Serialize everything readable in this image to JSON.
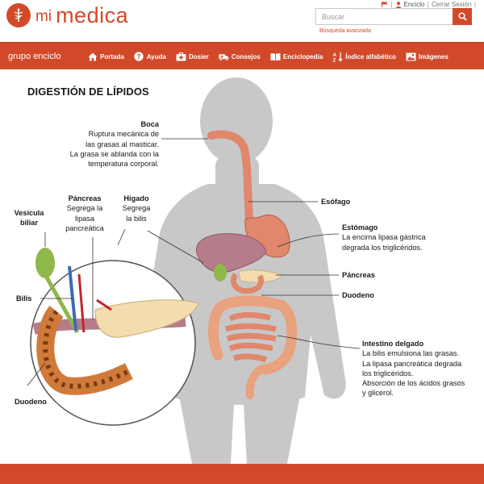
{
  "header": {
    "logo_prefix": "mi",
    "logo_name": "medica",
    "user_name": "Enciclo",
    "logout_label": "Cerrar Sesión",
    "search_placeholder": "Buscar",
    "advanced_search": "Búsqueda avanzada"
  },
  "nav": {
    "brand": "grupo enciclo",
    "items": [
      {
        "label": "Portada",
        "icon": "home-icon"
      },
      {
        "label": "Ayuda",
        "icon": "question-icon"
      },
      {
        "label": "Dosier",
        "icon": "medkit-icon"
      },
      {
        "label": "Consejos",
        "icon": "ambulance-icon"
      },
      {
        "label": "Enciclopedia",
        "icon": "book-icon"
      },
      {
        "label": "Índice alfabético",
        "icon": "sort-az-icon"
      },
      {
        "label": "Imágenes",
        "icon": "image-icon"
      }
    ]
  },
  "figure": {
    "title": "DIGESTIÓN DE LÍPIDOS",
    "labels": {
      "boca": {
        "name": "Boca",
        "lines": [
          "Ruptura mecánica de",
          "las grasas al masticar.",
          "La grasa se ablanda con la",
          "temperatura corporal."
        ]
      },
      "pancreas_left": {
        "name": "Páncreas",
        "lines": [
          "Segrega la",
          "lipasa",
          "pancreática"
        ]
      },
      "higado": {
        "name": "Hígado",
        "lines": [
          "Segrega",
          "la bilis"
        ]
      },
      "vesicula": {
        "name_lines": [
          "Vesícula",
          "biliar"
        ]
      },
      "bilis": {
        "name": "Bilis"
      },
      "duodeno_left": {
        "name": "Duodeno"
      },
      "esofago": {
        "name": "Esófago"
      },
      "estomago": {
        "name": "Estómago",
        "lines": [
          "La encima lipasa gástrica",
          "degrada los triglicéridos."
        ]
      },
      "pancreas_right": {
        "name": "Páncreas"
      },
      "duodeno_right": {
        "name": "Duodeno"
      },
      "intestino": {
        "name": "Intestino delgado",
        "lines": [
          "La bilis emulsiona las grasas.",
          "La lipasa pancreática degrada",
          "los triglicéridos.",
          "Absorción de los ácidos grasos",
          "y glicerol."
        ]
      }
    }
  },
  "colors": {
    "brand": "#d2492a",
    "silhouette": "#c7c7c7",
    "organ": "#e0876c"
  }
}
